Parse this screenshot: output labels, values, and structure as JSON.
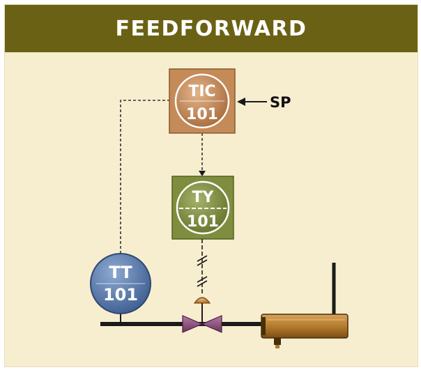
{
  "header": {
    "title": "FEEDFORWARD"
  },
  "instruments": {
    "tic": {
      "letters": "TIC",
      "number": "101"
    },
    "ty": {
      "letters": "TY",
      "number": "101"
    },
    "tt": {
      "letters": "TT",
      "number": "101"
    }
  },
  "setpoint": {
    "label": "SP"
  },
  "colors": {
    "header_bg": "#6b6114",
    "canvas_bg": "#f7eed0",
    "tic_fill": "#c48a58",
    "ty_fill": "#7f8e3e",
    "tt_fill": "#4d6fa3",
    "valve_fill": "#8a4a7a",
    "heater_fill": "#b0782a"
  }
}
